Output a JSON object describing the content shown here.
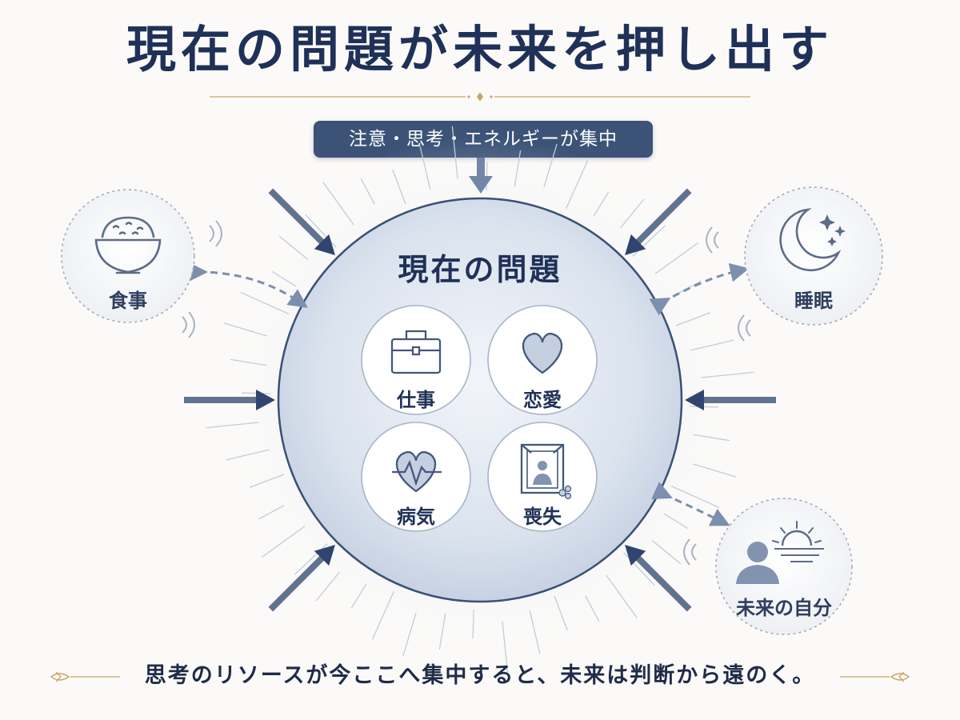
{
  "title": "現在の問題が未来を押し出す",
  "focus_banner": "注意・思考・エネルギーが集中",
  "main_circle": {
    "title": "現在の問題",
    "items": [
      {
        "label": "仕事",
        "icon": "briefcase-icon"
      },
      {
        "label": "恋愛",
        "icon": "heart-icon"
      },
      {
        "label": "病気",
        "icon": "heartbeat-icon"
      },
      {
        "label": "喪失",
        "icon": "memorial-portrait-icon"
      }
    ]
  },
  "side_nodes": {
    "meal": {
      "label": "食事",
      "icon": "rice-bowl-icon"
    },
    "sleep": {
      "label": "睡眠",
      "icon": "moon-stars-icon"
    },
    "future_self": {
      "label": "未来の自分",
      "icon": "person-sunrise-icon"
    }
  },
  "footer": "思考のリソースが今ここへ集中すると、未来は判断から遠のく。",
  "colors": {
    "navy": "#1f3158",
    "banner": "#3c5377",
    "arrow": "#44597f",
    "gold": "#c9a567",
    "circle_fill": "#dce4ef",
    "dashed": "#7c8fae"
  }
}
